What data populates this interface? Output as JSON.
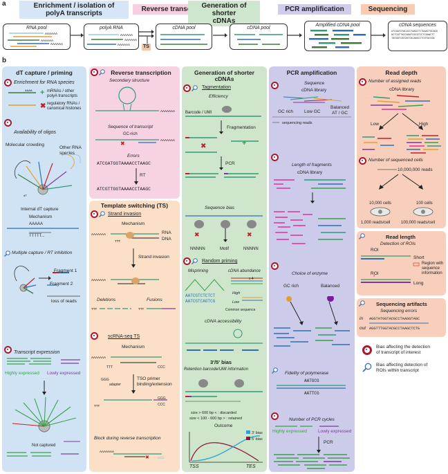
{
  "panel_a": {
    "letter": "a",
    "headers": [
      "Enrichment / isolation of\npolyA transcripts",
      "Reverse transcription",
      "Generation of shorter\ncDNAs",
      "PCR amplification",
      "Sequencing"
    ],
    "pools": [
      "RNA pool",
      "polyA RNA",
      "cDNA pool",
      "cDNA pool",
      "Amplified cDNA pool",
      "cDNA sequences"
    ],
    "ts_label": "TS",
    "seq_lines": [
      "ATCGATGTACGCCTAAGCTCTGAACTGCAGG",
      "GCTCGTTACCAGATCGCGTCCTCGAACTT",
      "TACGATCGCGATCGCAAGCCTCGTACCGA"
    ],
    "polya": "AAAAAA"
  },
  "panel_b": {
    "letter": "b",
    "col1": {
      "title": "dT capture / priming",
      "enrich": "Enrichment for RNA species",
      "mrna": "mRNAs / other\npolyA transcripts",
      "reg": "regulatory RNAs /\ncanonical histones",
      "avail": "Availability of oligos",
      "crowd": "Molecular crowding",
      "other": "Other RNA\nspecies",
      "internal": "Internal dT capture",
      "mechanism": "Mechanism",
      "multi": "Multiple capture / RT inhibition",
      "frag1": "Fragment 1",
      "frag2": "Fragment 2",
      "loss": "loss of reads",
      "expr": "Transcript expression",
      "high": "Highly expressed",
      "low": "Lowly expressed",
      "notcap": "Not captured",
      "aaaaa": "AAAAA",
      "tttt": "TTTTT..."
    },
    "col2": {
      "title": "Reverse transcription",
      "secondary": "Secondary structure",
      "seqtx": "Sequence of transcript",
      "gc": "GC-rich",
      "errors": "Errors",
      "seq1": "ATCGATGGTAAAACCTAAGC",
      "rt": "RT",
      "seq2": "ATCGTTGGTAAAACCTAAGC",
      "ts_title": "Template switching (TS)",
      "strand": "Strand invasion",
      "mechanism": "Mechanism",
      "rna": "RNA",
      "dna": "DNA",
      "strand_inv": "Strand invasion",
      "deletions": "Deletions",
      "fusions": "Fusions",
      "scts": "scRNA-seq TS",
      "tso": "TSO primer\nbinding/extension",
      "adapter": "adapter",
      "ggg": "GGG",
      "ccc": "CCC",
      "ttt": "TTT",
      "block": "Block during reverse transcription",
      "polya": "AAAAAAA"
    },
    "col3": {
      "title": "Generation of shorter\ncDNAs",
      "tag": "Tagmentation",
      "eff": "Efficiency",
      "barcode": "Barcode / UMI",
      "fragmentation": "Fragmentation",
      "pcr": "PCR",
      "seqbias": "Sequence bias",
      "n1": "NNNNN",
      "motif": "Motif",
      "n2": "NNNNN",
      "random": "Random priming",
      "misp": "Mispriming",
      "abund": "cDNA abundance",
      "x4": "x 4",
      "highl": "High",
      "lowl": "Low",
      "common": "Common sequence",
      "s1": "AATCGTCTCTCT",
      "s2": "AATCGTCAGTCG",
      "access": "cDNA accessibility",
      "bias35": "3'/5' bias",
      "retention": "Retention barcode/UMI information",
      "discard": "size > 600 bp < : discarded",
      "retain": "size < 100 - 600 bp > : retained",
      "outcome": "Outcome",
      "b3": "3' bias",
      "b5": "5' bias",
      "tss": "TSS",
      "tes": "TES"
    },
    "col4": {
      "title": "PCR amplification",
      "sequence": "Sequence",
      "lib": "cDNA library",
      "gcrich": "GC rich",
      "lowgc": "Low GC",
      "bal": "Balanced\nAT / GC",
      "seqreads": "sequencing reads",
      "length": "Length of fragments",
      "lib2": "cDNA library",
      "enzyme": "Choice of enzyme",
      "gcrich2": "GC rich",
      "bal2": "Balanced",
      "fidelity": "Fidelity of polymerase",
      "f1": "AATGCG",
      "f2": "AATTCG",
      "cycles": "Number of PCR cycles",
      "high": "Highly expressed",
      "low": "Lowly expressed",
      "pcr": "PCR"
    },
    "col5": {
      "title": "Read depth",
      "assigned": "Number of assigned reads",
      "lib": "cDNA library",
      "low": "Low",
      "high": "High",
      "cells": "Number of sequenced cells",
      "m10": "10,000,000 reads",
      "c10k": "10,000 cells",
      "c100": "100 cells",
      "r1000": "1,000 reads/cell",
      "r100k": "100,000 reads/cell",
      "rl_title": "Read length",
      "roi_det": "Detection of ROIs",
      "roi": "ROI",
      "short": "Short",
      "region": "Region with\nsequence\ninformation",
      "long": "Long",
      "art_title": "Sequencing artifacts",
      "seqerr": "Sequencing errors",
      "in": "in",
      "out": "out",
      "sin": "AGGTATGGTACGCCTAAGGTAGC",
      "sout": "AGGTTTGGTACGCCTAAGCTCTG"
    },
    "legend": {
      "l1": "Bias affecting the detection\nof transcript of interest",
      "l2": "Bias affecting detection of\nROIs within transcript"
    }
  },
  "colors": {
    "blue_header": "#d6e6f7",
    "pink_header": "#f6cfe0",
    "green_header": "#cde6cd",
    "purple_header": "#cfcdeb",
    "salmon_header": "#f7cbb4",
    "col1": "#cfe3f5",
    "col2": "#f7d2e2",
    "col2b": "#fbe0c7",
    "col3": "#cfe6cc",
    "col4": "#cdcbea",
    "col5": "#f8cfbd",
    "target": "#a6192e"
  }
}
